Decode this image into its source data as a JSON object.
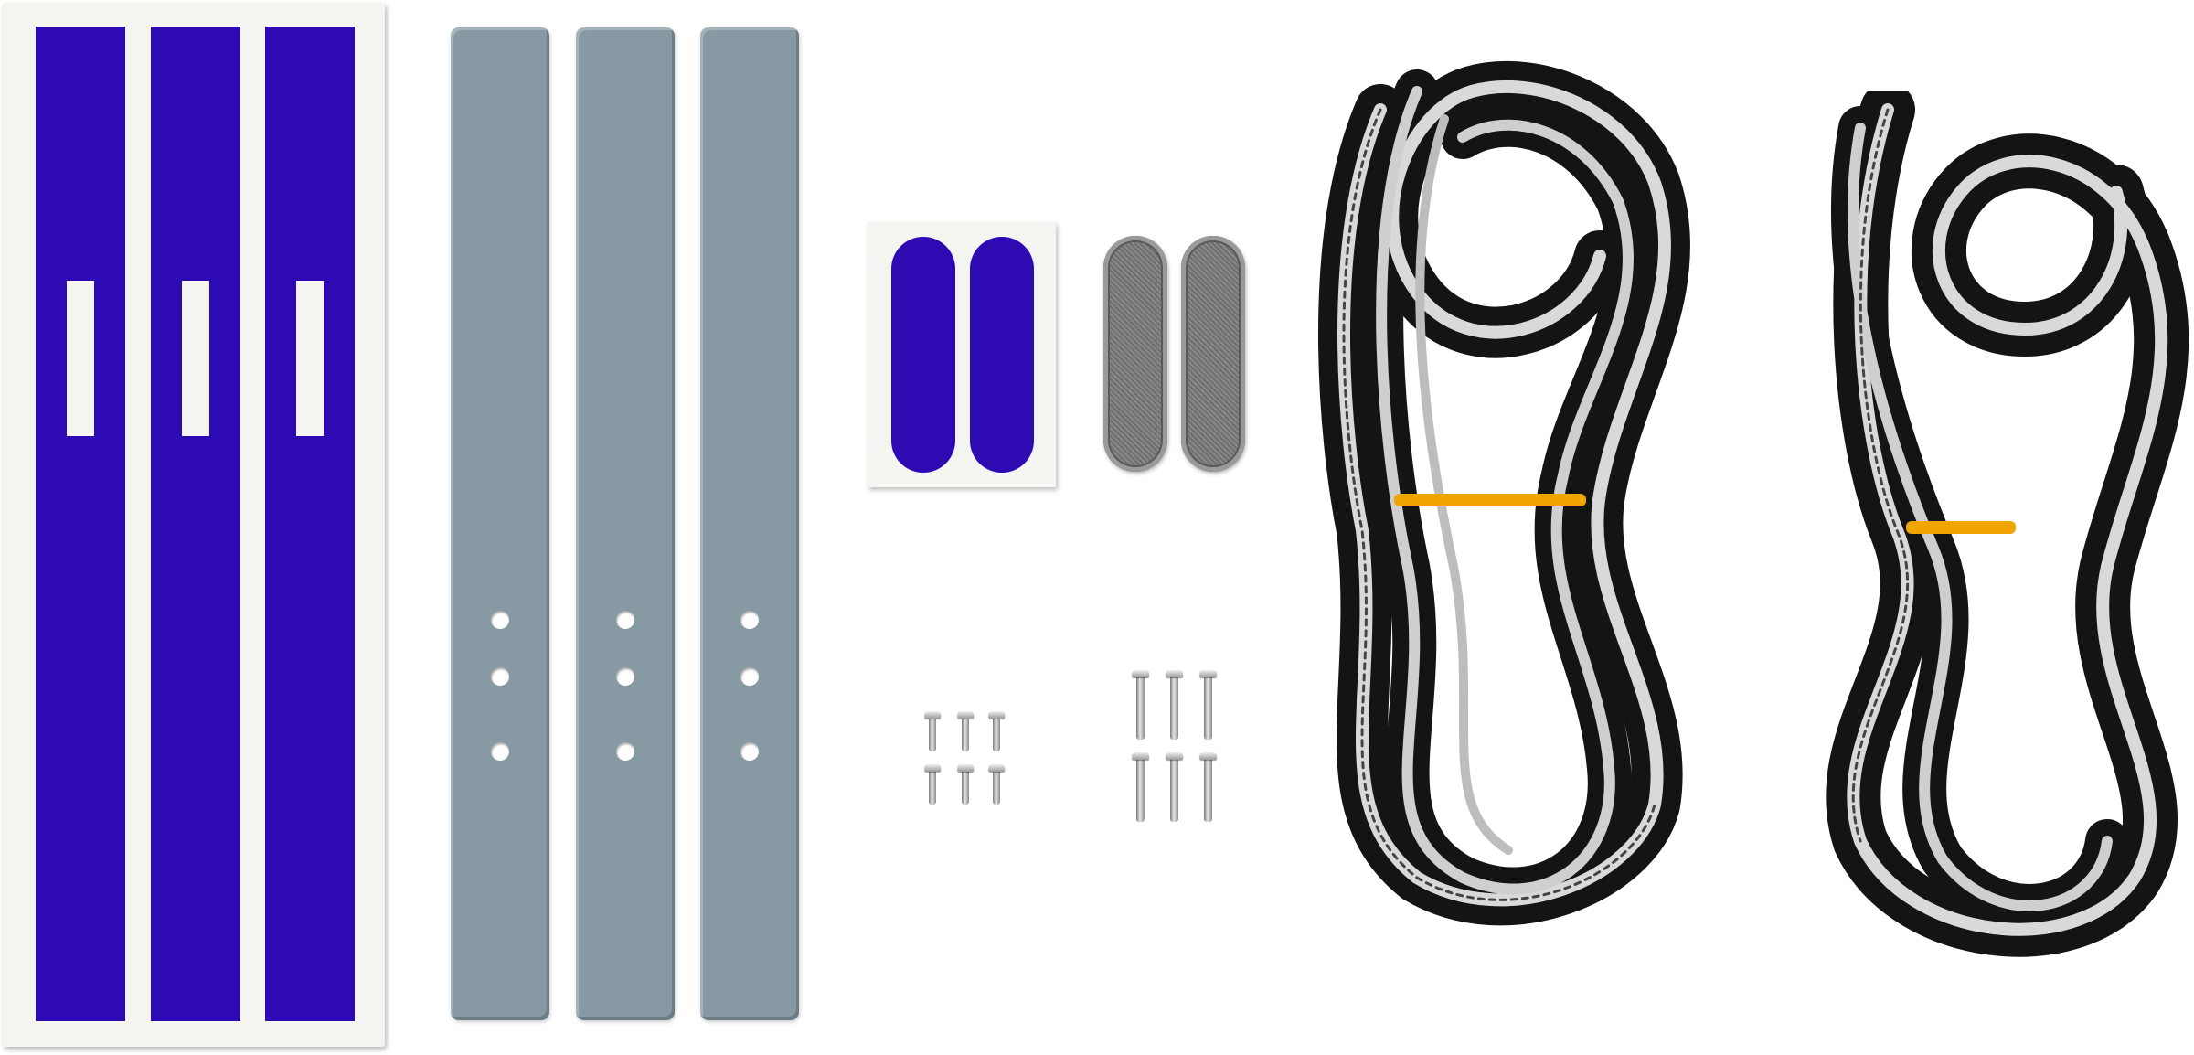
{
  "image": {
    "description_items": [
      "blue-adhesive-strips-sheet",
      "gray-mounting-bars",
      "blue-adhesive-pads",
      "metal-plates",
      "small-screws",
      "long-screws",
      "brush-weatherstrip-coil-1",
      "brush-weatherstrip-coil-2"
    ]
  },
  "colors": {
    "adhesive_blue": "#2e0ab3",
    "bar_gray": "#8799a3",
    "backing_white": "#f4f4f1",
    "brush_black": "#111111",
    "tie_orange": "#f0a500"
  },
  "counts": {
    "blue_strips": 3,
    "gray_bars": 3,
    "holes_per_bar": 3,
    "blue_pads": 2,
    "metal_plates": 2,
    "small_screws": 6,
    "long_screws": 6,
    "brush_coils": 2
  }
}
